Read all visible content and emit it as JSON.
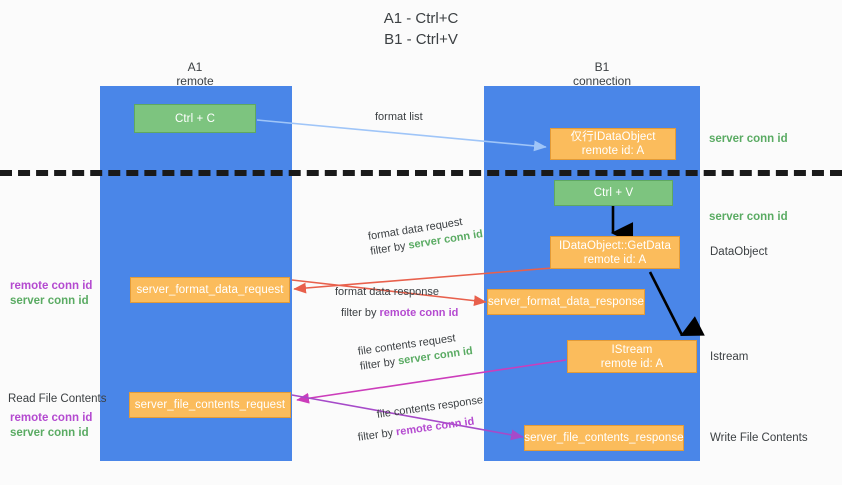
{
  "title": {
    "line1": "A1 - Ctrl+C",
    "line2": "B1 - Ctrl+V"
  },
  "columns": [
    {
      "name": "A1",
      "role": "remote"
    },
    {
      "name": "B1",
      "role": "connection"
    }
  ],
  "nodes": {
    "ctrl_c": "Ctrl + C",
    "ctrl_v": "Ctrl + V",
    "idataobject_title": "仅行IDataObject",
    "idataobject_sub": "remote id: A",
    "getdata_title": "IDataObject::GetData",
    "getdata_sub": "remote id: A",
    "istream_title": "IStream",
    "istream_sub": "remote id: A",
    "server_format_data_request": "server_format_data_request",
    "server_format_data_response": "server_format_data_response",
    "server_file_contents_request": "server_file_contents_request",
    "server_file_contents_response": "server_file_contents_response"
  },
  "edges": {
    "format_list": "format list",
    "format_data_request": "format data request",
    "format_data_request_filter_prefix": "filter by ",
    "format_data_request_filter_value": "server conn id",
    "format_data_response": "format data response",
    "format_data_response_filter_prefix": "filter by ",
    "format_data_response_filter_value": "remote conn id",
    "file_contents_request": "file contents request",
    "file_contents_request_filter_prefix": "filter by ",
    "file_contents_request_filter_value": "server conn id",
    "file_contents_response": "file contents response",
    "file_contents_response_filter_prefix": "filter by ",
    "file_contents_response_filter_value": "remote conn id"
  },
  "right_labels": {
    "server_conn_id_top": "server conn id",
    "server_conn_id_mid": "server conn id",
    "data_object": "DataObject",
    "istream": "Istream",
    "write_file_contents": "Write File Contents"
  },
  "left_labels": {
    "remote_conn_id_1": "remote conn id",
    "server_conn_id_1": "server conn id",
    "read_file_contents": "Read File Contents",
    "remote_conn_id_2": "remote conn id",
    "server_conn_id_2": "server conn id"
  },
  "colors": {
    "lane": "#4a86e8",
    "node_green": "#7dc47f",
    "node_orange": "#fbbc5c",
    "conn_green": "#5aab63",
    "conn_purple": "#b44ad0",
    "arrow_blue": "#9fc5f8",
    "arrow_red": "#e8604c",
    "arrow_magenta": "#cc3dbb",
    "arrow_purple": "#a64ac9",
    "arrow_black": "#000000"
  }
}
